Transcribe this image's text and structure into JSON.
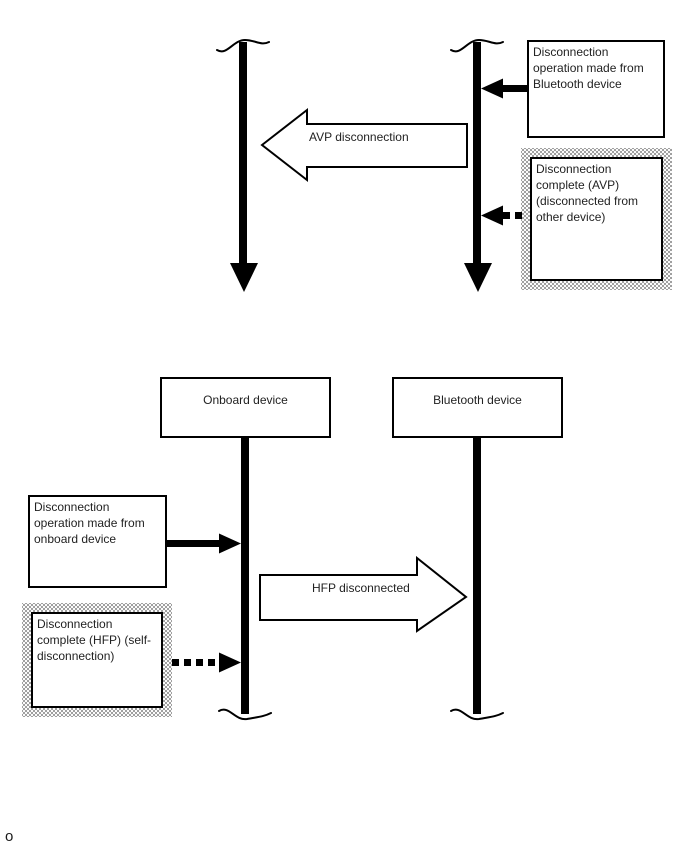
{
  "colors": {
    "stroke": "#000000",
    "text": "#222222",
    "hatch_dot": "#9b9b9b",
    "background": "#ffffff"
  },
  "top_diagram": {
    "bluetooth_op_box": "Disconnection\noperation made from\nBluetooth device",
    "avp_arrow_label": "AVP disconnection",
    "avp_complete_box": "Disconnection\ncomplete (AVP)\n(disconnected from\nother device)"
  },
  "bottom_diagram": {
    "onboard_header": "Onboard device",
    "bluetooth_header": "Bluetooth device",
    "onboard_op_box": "Disconnection\noperation made from\nonboard device",
    "hfp_arrow_label": "HFP disconnected",
    "hfp_complete_box": "Disconnection\ncomplete (HFP) (self-\ndisconnection)"
  },
  "footer": {
    "char": "o"
  }
}
